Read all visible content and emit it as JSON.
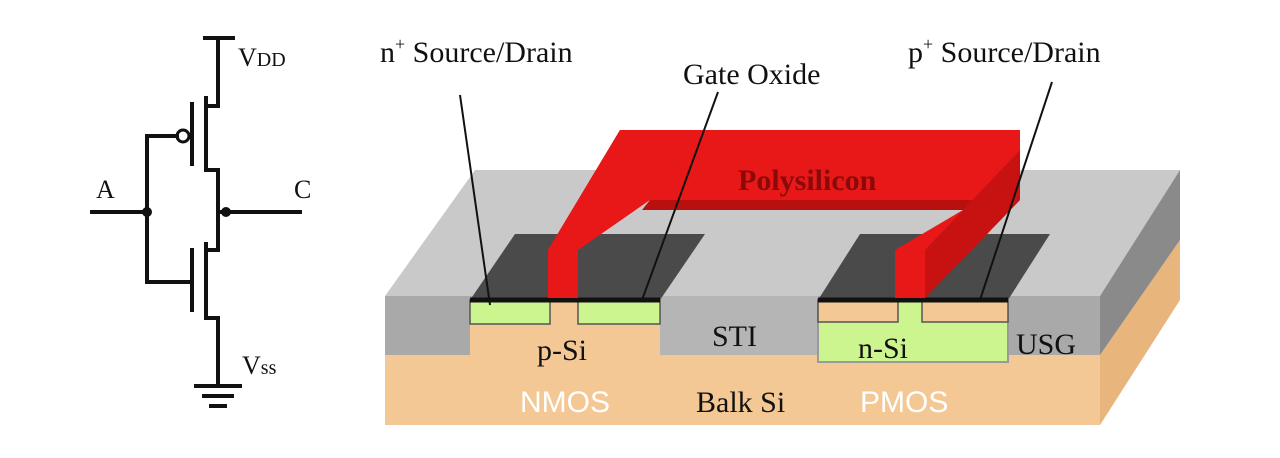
{
  "circuit": {
    "vdd_main": "V",
    "vdd_sub": "DD",
    "vss_main": "V",
    "vss_sub": "ss",
    "input": "A",
    "output": "C"
  },
  "cross_section": {
    "n_sd_sup": "+",
    "n_sd_prefix": "n",
    "n_sd_text": " Source/Drain",
    "p_sd_sup": "+",
    "p_sd_prefix": "p",
    "p_sd_text": " Source/Drain",
    "gate_oxide": "Gate Oxide",
    "polysilicon": "Polysilicon",
    "p_si": "p-Si",
    "n_si": "n-Si",
    "sti": "STI",
    "usg": "USG",
    "nmos": "NMOS",
    "pmos": "PMOS",
    "bulk_si": "Balk Si"
  },
  "colors": {
    "substrate": "#f3c894",
    "substrate_side": "#e8b57c",
    "oxide_top": "#c9c9c9",
    "oxide_front": "#a9a9a9",
    "oxide_side": "#8a8a8a",
    "active_dark": "#4a4a4a",
    "diffusion": "#cdf58f",
    "poly": "#e81818",
    "poly_dark": "#b80f0f"
  }
}
